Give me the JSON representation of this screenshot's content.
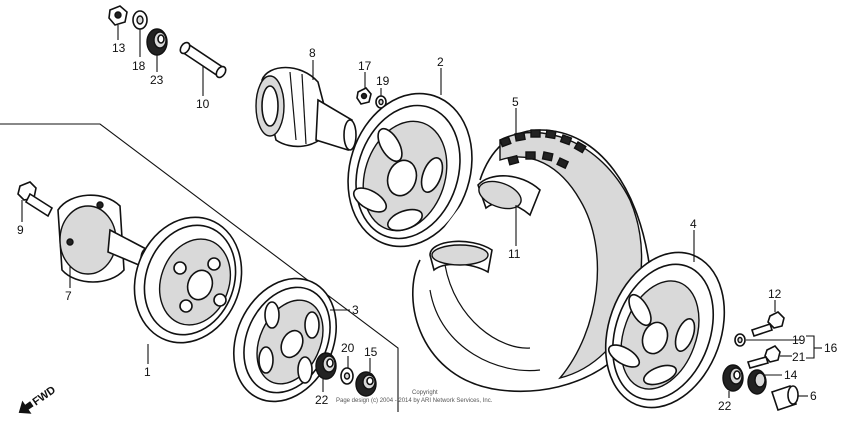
{
  "diagram": {
    "parts": [
      {
        "id": "p1",
        "label": "1"
      },
      {
        "id": "p2",
        "label": "2"
      },
      {
        "id": "p3",
        "label": "3"
      },
      {
        "id": "p4",
        "label": "4"
      },
      {
        "id": "p5",
        "label": "5"
      },
      {
        "id": "p6",
        "label": "6"
      },
      {
        "id": "p7",
        "label": "7"
      },
      {
        "id": "p8",
        "label": "8"
      },
      {
        "id": "p9",
        "label": "9"
      },
      {
        "id": "p10",
        "label": "10"
      },
      {
        "id": "p11",
        "label": "11"
      },
      {
        "id": "p12",
        "label": "12"
      },
      {
        "id": "p13",
        "label": "13"
      },
      {
        "id": "p14",
        "label": "14"
      },
      {
        "id": "p15",
        "label": "15"
      },
      {
        "id": "p16",
        "label": "16"
      },
      {
        "id": "p17",
        "label": "17"
      },
      {
        "id": "p18",
        "label": "18"
      },
      {
        "id": "p19",
        "label": "19"
      },
      {
        "id": "p20",
        "label": "20"
      },
      {
        "id": "p21",
        "label": "21"
      },
      {
        "id": "p22a",
        "label": "22"
      },
      {
        "id": "p22b",
        "label": "22"
      },
      {
        "id": "p23",
        "label": "23"
      }
    ],
    "fwd_label": "FWD",
    "copyright_line1": "Copyright",
    "copyright_line2": "Page design (c) 2004 - 2014 by ARI Network Services, Inc."
  }
}
